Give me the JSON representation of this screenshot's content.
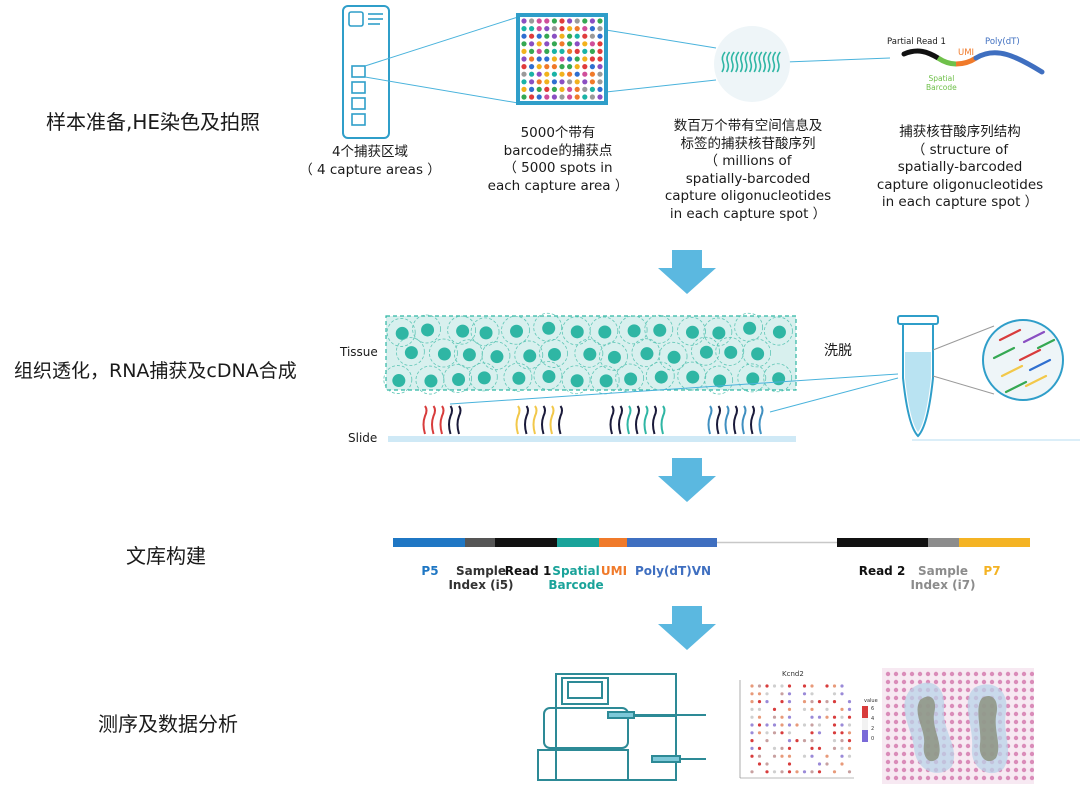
{
  "steps": {
    "s1": "样本准备,HE染色及拍照",
    "s2": "组织透化，RNA捕获及cDNA合成",
    "s3": "文库构建",
    "s4": "测序及数据分析"
  },
  "captions": {
    "areas": "4个捕获区域\n（ 4 capture areas ）",
    "spots": "5000个带有\nbarcode的捕获点\n（ 5000 spots in\neach capture area ）",
    "oligos": "数百万个带有空间信息及\n标签的捕获核苷酸序列\n（ millions of\nspatially-barcoded\ncapture oligonucleotides\nin each capture spot ）",
    "structure": "捕获核苷酸序列结构\n（ structure of\nspatially-barcoded\ncapture oligonucleotides\nin each capture spot ）"
  },
  "oligo_labels": {
    "partial_read1": "Partial Read 1",
    "umi": "UMI",
    "polydt": "Poly(dT)",
    "spatial_barcode": "Spatial\nBarcode"
  },
  "tissue": {
    "tissue": "Tissue",
    "slide": "Slide",
    "wash": "洗脱"
  },
  "library": {
    "p5": "P5",
    "sample_index_i5": "Sample\nIndex (i5)",
    "read1": "Read 1",
    "spatial_barcode": "Spatial\nBarcode",
    "umi": "UMI",
    "polydt_vn": "Poly(dT)VN",
    "read2": "Read 2",
    "sample_index_i7": "Sample\nIndex (i7)",
    "p7": "P7"
  },
  "analysis": {
    "plot_title": "Kcnd2",
    "legend_title": "value",
    "legend_ticks": [
      "6",
      "4",
      "2",
      "0"
    ]
  },
  "colors": {
    "arrow": "#5bb8e0",
    "teal": "#2fb6a4",
    "p5": "#1f77c4",
    "grey": "#8c8c8c",
    "black": "#111111",
    "spatial": "#1aa39a",
    "umi": "#f07a2a",
    "polyd": "#3f6fc0",
    "p7": "#f4b324"
  }
}
